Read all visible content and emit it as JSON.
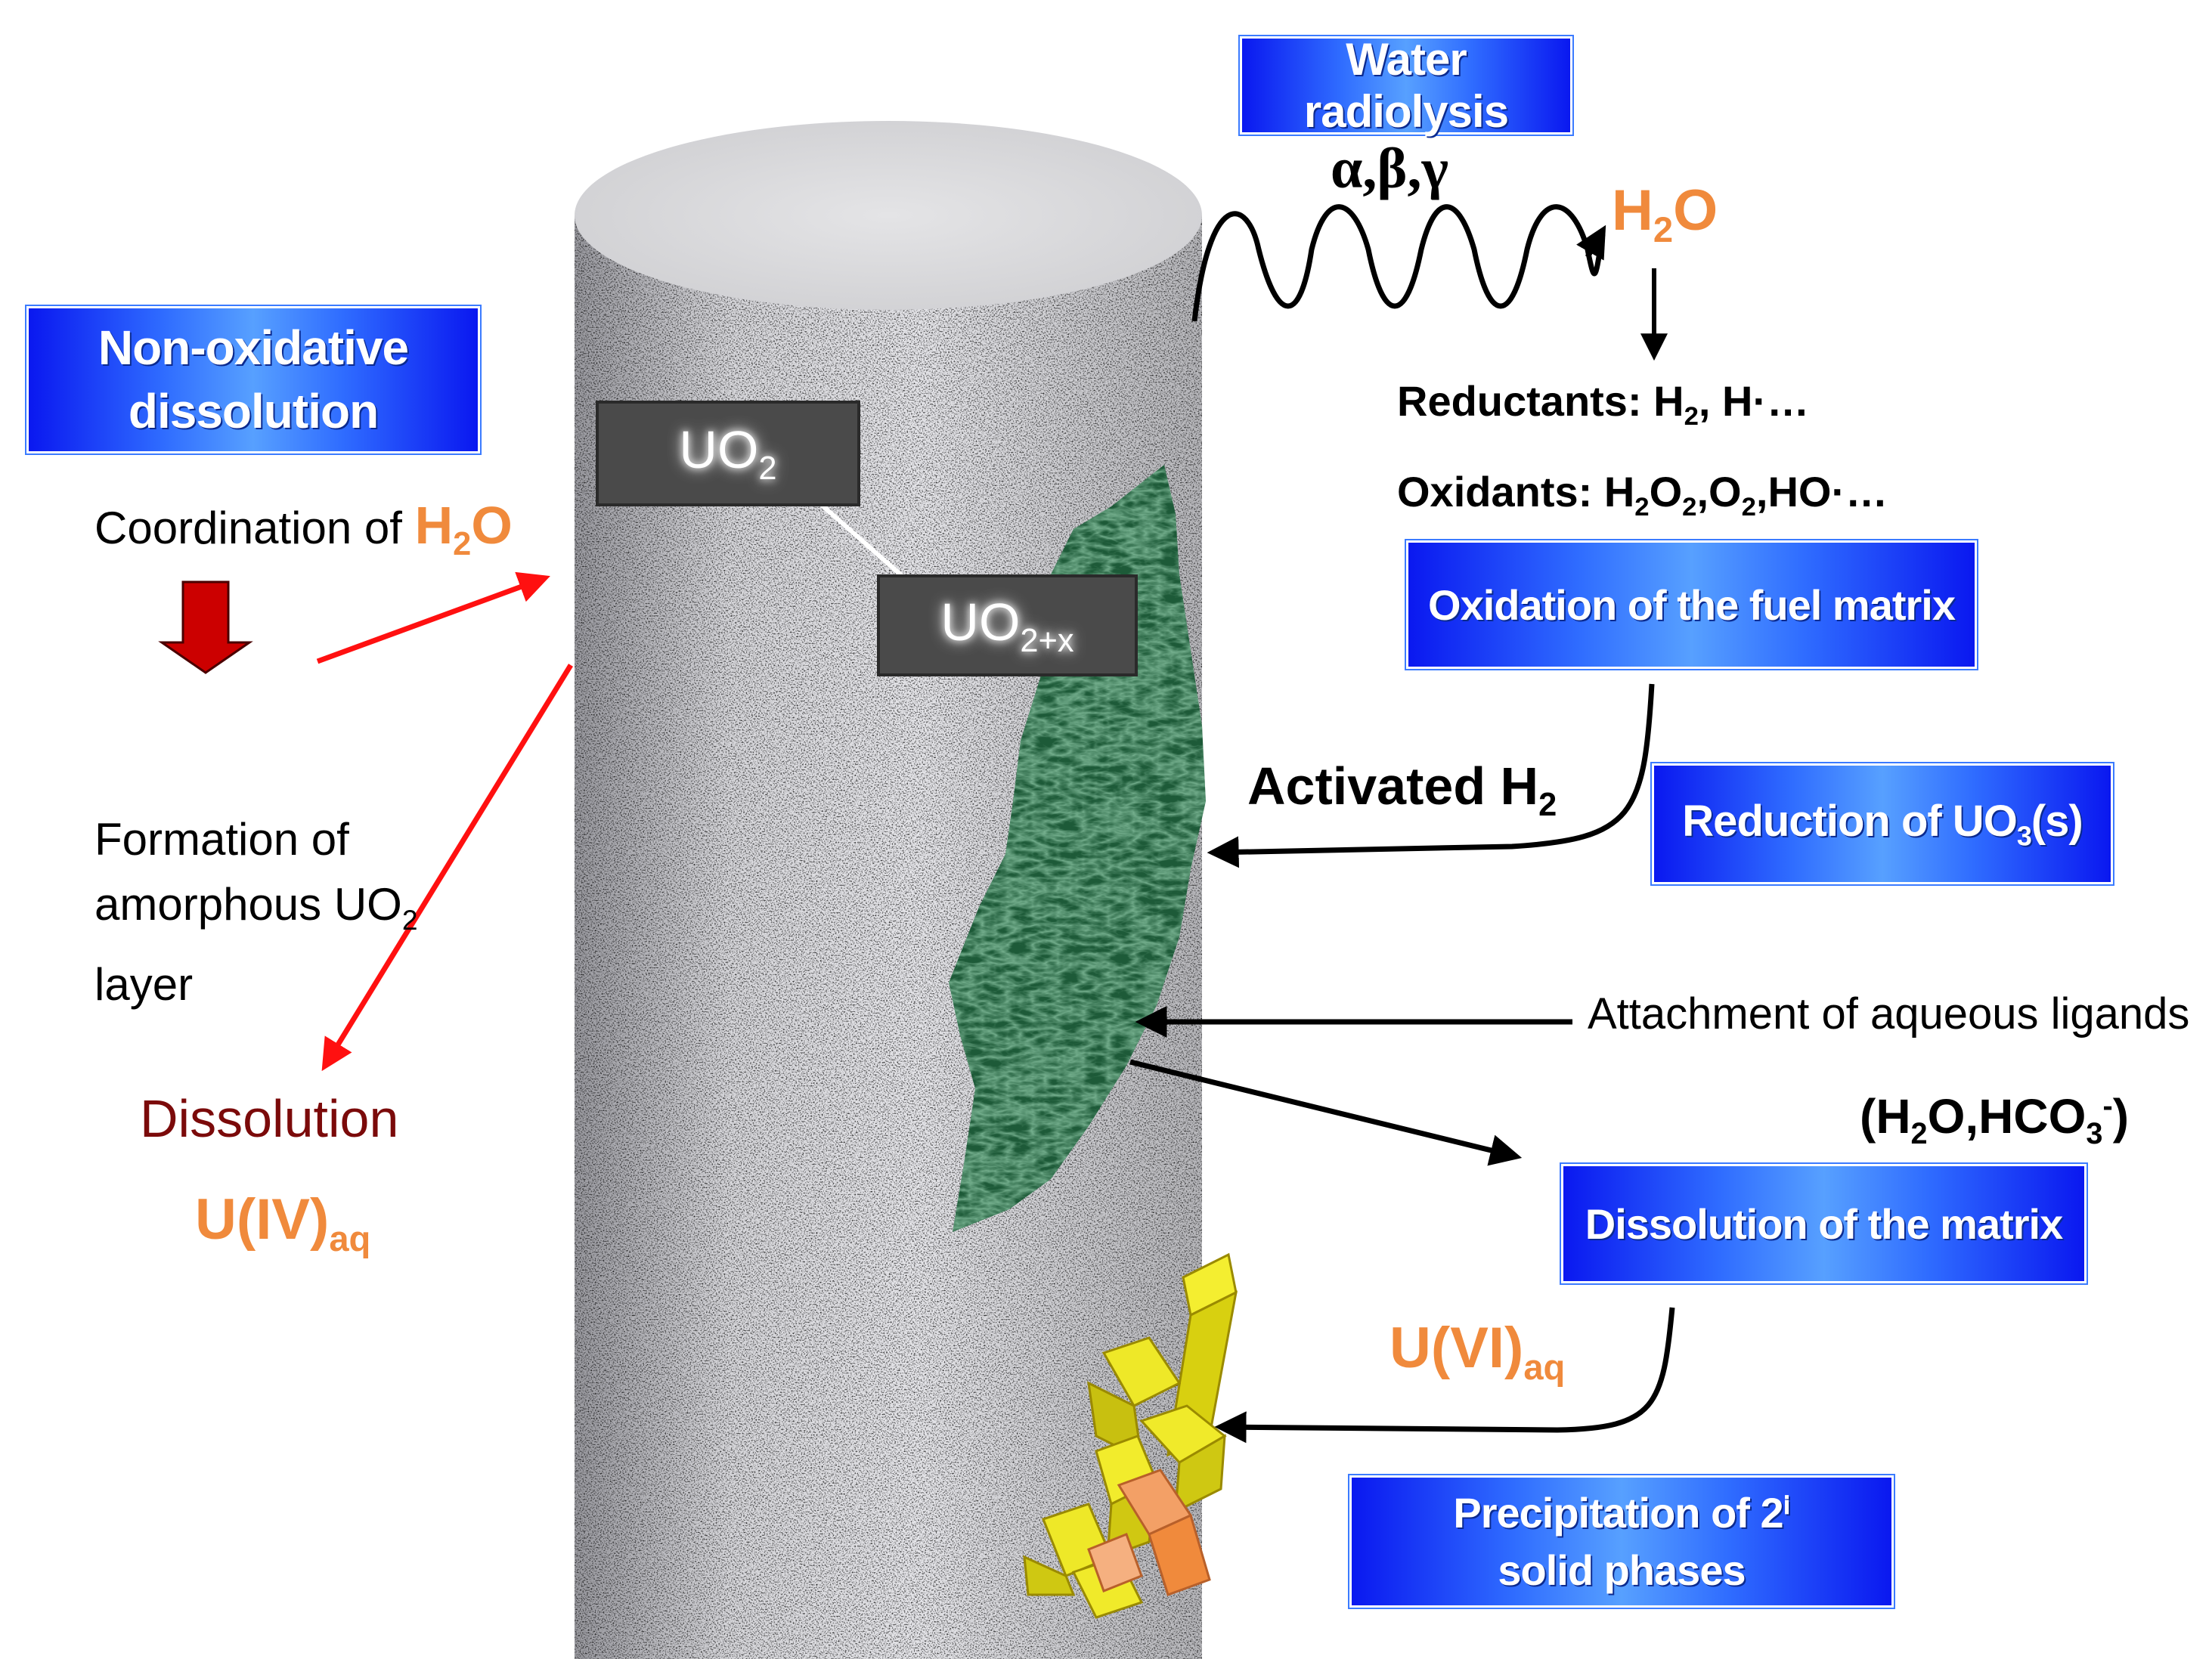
{
  "boxes": {
    "water_radiolysis": "Water radiolysis",
    "non_oxidative": "Non-oxidative dissolution",
    "oxidation": "Oxidation of the fuel matrix",
    "reduction_prefix": "Reduction of UO",
    "reduction_sub": "3",
    "reduction_suffix": "(s)",
    "dissolution_matrix": "Dissolution of the matrix",
    "precipitation": "Precipitation of 2ⁱ solid phases"
  },
  "radiation": "α,β,γ",
  "top_h2o": {
    "a": "H",
    "sub": "2",
    "b": "O"
  },
  "reductants": {
    "a": "Reductants: H",
    "sub": "2",
    "b": ", H·…"
  },
  "oxidants": {
    "a": "Oxidants: H",
    "s1": "2",
    "b": "O",
    "s2": "2",
    "c": ",O",
    "s3": "2",
    "d": ",HO·…"
  },
  "uo2_label": {
    "a": "UO",
    "sub": "2"
  },
  "uo2x_label": {
    "a": "UO",
    "sub": "2+x"
  },
  "coordination": {
    "prefix": "Coordination of ",
    "a": "H",
    "sub": "2",
    "b": "O"
  },
  "formation": {
    "line1": "Formation of",
    "line2a": "amorphous UO",
    "line2sub": "2",
    "line3": "layer"
  },
  "dissolution": "Dissolution",
  "uiv": {
    "a": "U(IV)",
    "sub": "aq"
  },
  "activated": {
    "a": "Activated H",
    "sub": "2"
  },
  "attachment": "Attachment of aqueous ligands",
  "ligands": {
    "a": "(H",
    "s1": "2",
    "b": "O,HCO",
    "s2": "3",
    "sup": "-",
    "c": ")"
  },
  "uvi": {
    "a": "U(VI)",
    "sub": "aq"
  },
  "colors": {
    "orange": "#f08a3c",
    "red_arrow": "#ff1010",
    "dark_red": "#7b0a0a",
    "box_blue": "#1a3cff",
    "green_patch": "#1f5a3a",
    "crystal_yellow": "#e8e020"
  }
}
